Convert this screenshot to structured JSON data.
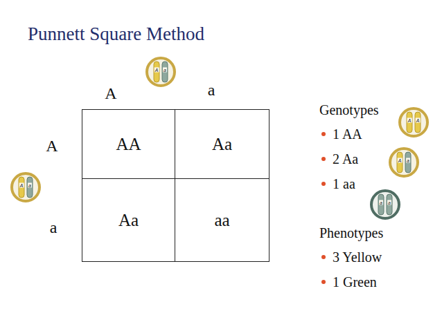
{
  "diagram": {
    "title": "Punnett Square Method",
    "nodes": [
      {
        "text": [
          "AA"
        ]
      },
      {
        "text": [
          "Aa"
        ]
      },
      {
        "text": [
          "Aa"
        ]
      },
      {
        "text": [
          "aa"
        ]
      }
    ],
    "labels": [
      "A",
      "a",
      "A",
      "a",
      "A",
      "a",
      "A",
      "a",
      "A",
      "A",
      "A",
      "a",
      "a",
      "a",
      "Genotypes",
      "1 AA",
      "2 Aa",
      "1 aa",
      "Phenotypes",
      "3 Yellow",
      "1 Green"
    ]
  }
}
